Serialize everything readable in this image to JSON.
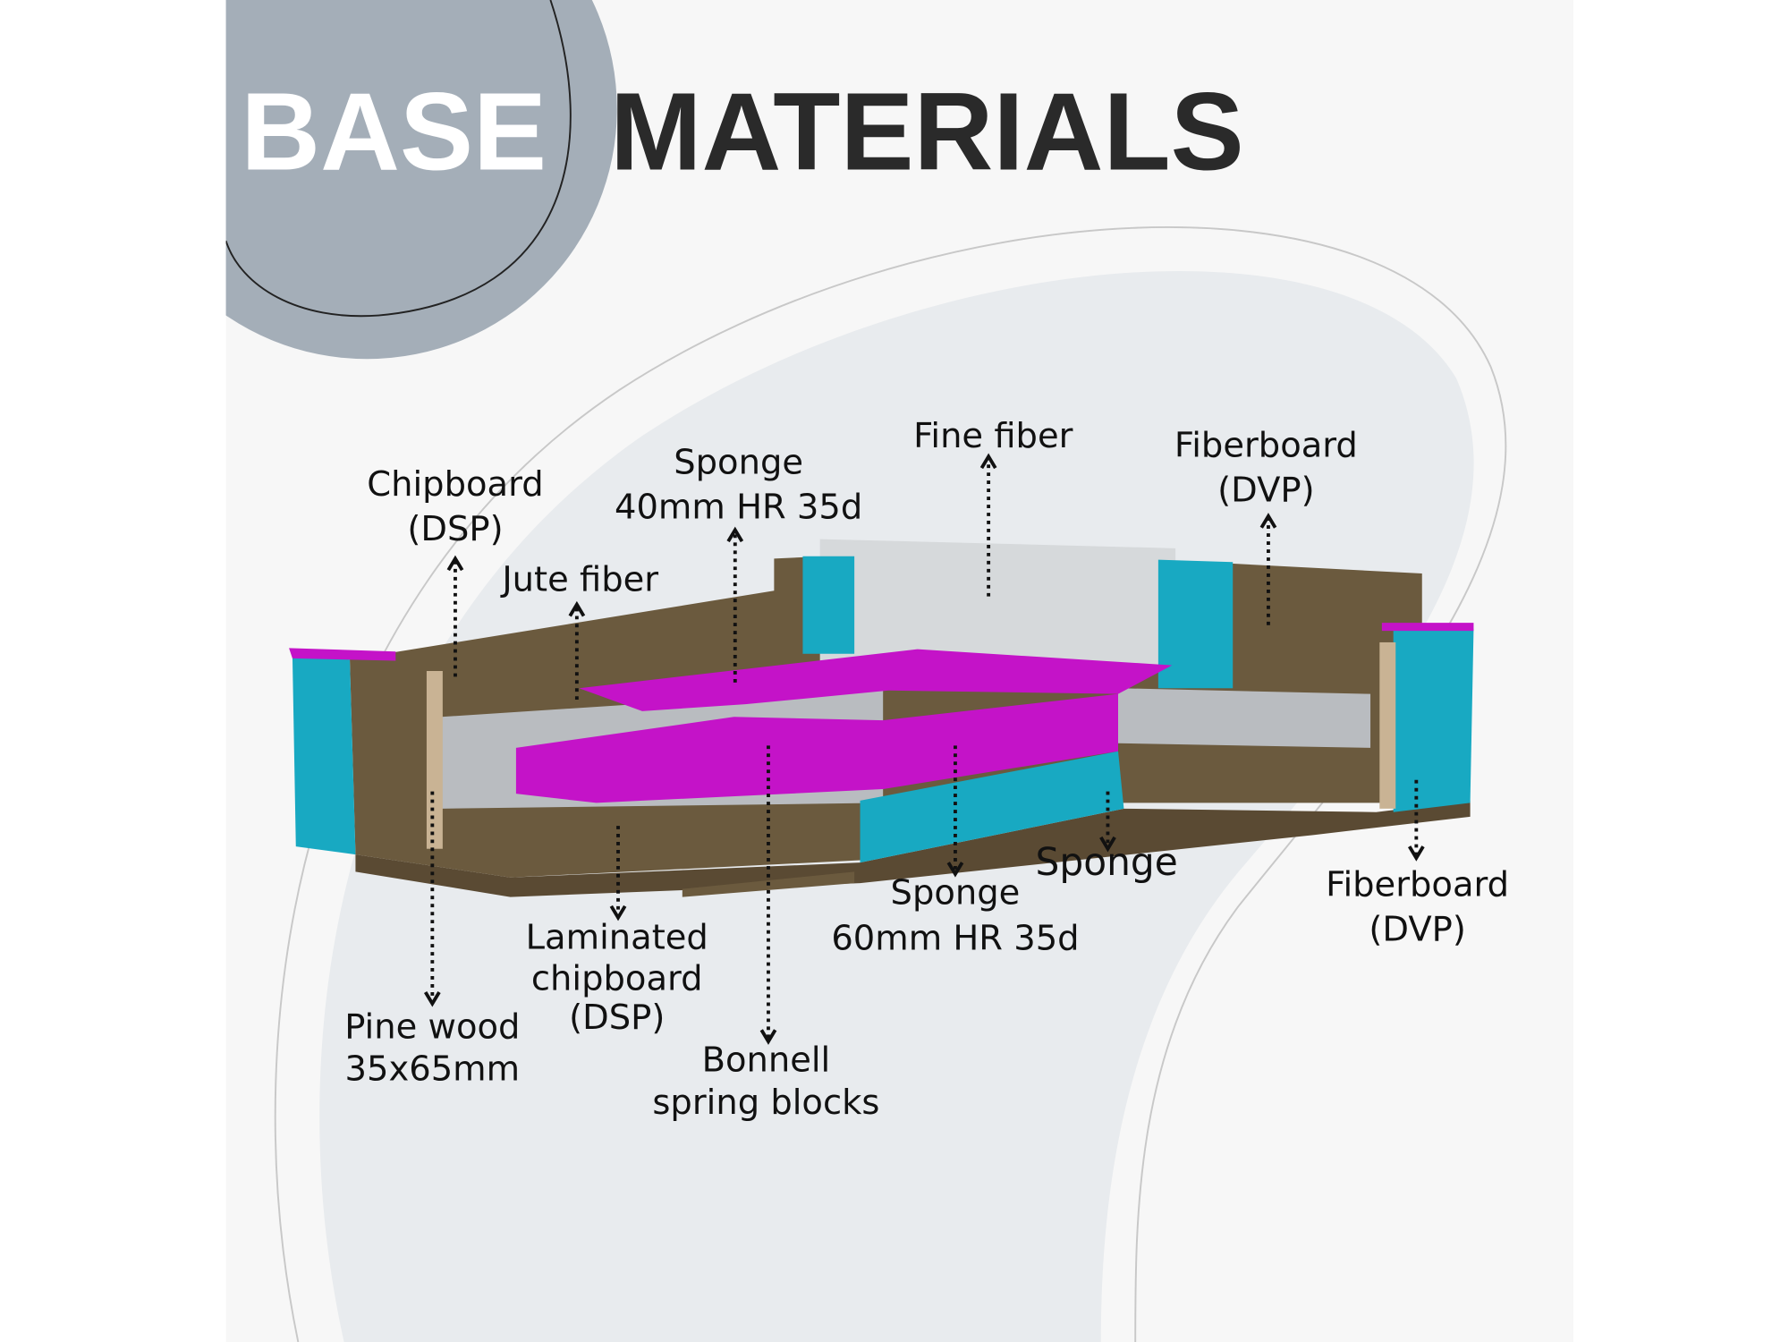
{
  "title": {
    "word1": "BASE",
    "word2": "MATERIALS"
  },
  "colors": {
    "circle": "#a4aeb8",
    "panel": "#f7f7f7",
    "blob": "#e8ebee",
    "sponge_teal": "#18a9c2",
    "sponge_magenta": "#c413c8",
    "chipboard": "#6b5a3e",
    "fiber": "#d6d9db",
    "springs": "#b9bcc0"
  },
  "labels": {
    "chipboard": [
      "Chipboard",
      "(DSP)"
    ],
    "sponge40": [
      "Sponge",
      "40mm HR 35d"
    ],
    "fine_fiber": [
      "Fine fiber"
    ],
    "fiberboard_top": [
      "Fiberboard",
      "(DVP)"
    ],
    "jute": [
      "Jute fiber"
    ],
    "sponge": [
      "Sponge"
    ],
    "sponge60": [
      "Sponge",
      "60mm HR 35d"
    ],
    "fiberboard_bottom": [
      "Fiberboard",
      "(DVP)"
    ],
    "laminated": [
      "Laminated",
      "chipboard",
      "(DSP)"
    ],
    "pine": [
      "Pine wood",
      "35x65mm"
    ],
    "bonnell": [
      "Bonnell",
      "spring blocks"
    ]
  }
}
